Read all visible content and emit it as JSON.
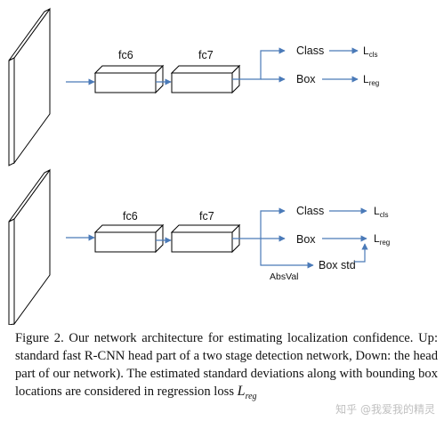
{
  "top_diagram": {
    "fc6": "fc6",
    "fc7": "fc7",
    "class_label": "Class",
    "box_label": "Box",
    "loss_cls": {
      "main": "L",
      "sub": "cls"
    },
    "loss_reg": {
      "main": "L",
      "sub": "reg"
    }
  },
  "bottom_diagram": {
    "fc6": "fc6",
    "fc7": "fc7",
    "class_label": "Class",
    "box_label": "Box",
    "absval_label": "AbsVal",
    "box_std_label": "Box std",
    "loss_cls": {
      "main": "L",
      "sub": "cls"
    },
    "loss_reg": {
      "main": "L",
      "sub": "reg"
    }
  },
  "caption": {
    "prefix": "Figure 2. Our network architecture for estimating localization confidence. Up: standard fast R-CNN head part of a two stage detection network, Down: the head part of our network). The estimated standard deviations along with bounding box locations are considered in regression loss ",
    "math_main": "L",
    "math_sub": "reg"
  },
  "watermark": "知乎 @我爱我的精灵",
  "colors": {
    "arrow": "#4a7ab8",
    "box_stroke": "#000000"
  }
}
